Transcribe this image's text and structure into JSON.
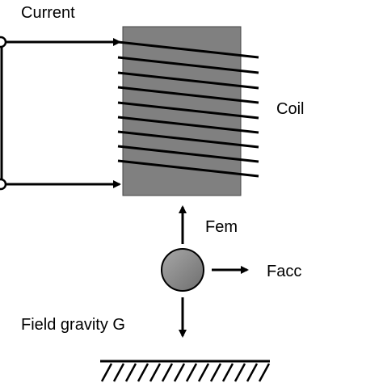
{
  "labels": {
    "current": "Current",
    "coil": "Coil",
    "fem": "Fem",
    "facc": "Facc",
    "field_gravity": "Field gravity G"
  },
  "colors": {
    "core_fill": "#808080",
    "ball_fill": "#8a8a8a",
    "line": "#000000"
  }
}
